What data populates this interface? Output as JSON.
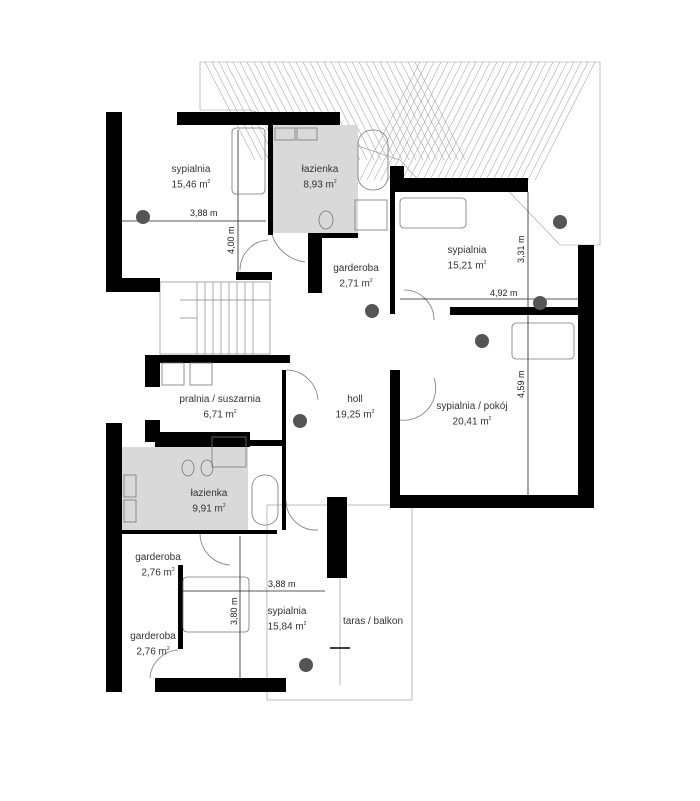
{
  "rooms": [
    {
      "name": "sypialnia",
      "area": "15,46 m"
    },
    {
      "name": "łazienka",
      "area": "8,93 m"
    },
    {
      "name": "sypialnia",
      "area": "15,21 m"
    },
    {
      "name": "garderoba",
      "area": "2,71 m"
    },
    {
      "name": "pralnia / suszarnia",
      "area": "6,71 m"
    },
    {
      "name": "holl",
      "area": "19,25 m"
    },
    {
      "name": "sypialnia / pokój",
      "area": "20,41 m"
    },
    {
      "name": "łazienka",
      "area": "9,91 m"
    },
    {
      "name": "garderoba",
      "area": "2,76 m"
    },
    {
      "name": "sypialnia",
      "area": "15,84 m"
    },
    {
      "name": "garderoba",
      "area": "2,76 m"
    },
    {
      "name": "taras / balkon",
      "area": ""
    }
  ],
  "area_unit_exponent": "2",
  "dimensions": [
    "3,88 m",
    "4,00 m",
    "3,31 m",
    "4,92 m",
    "4,59 m",
    "3,88 m",
    "3,80 m"
  ],
  "colors": {
    "wall": "#000000",
    "wet_room": "#d9d9d9",
    "line": "#999999"
  }
}
